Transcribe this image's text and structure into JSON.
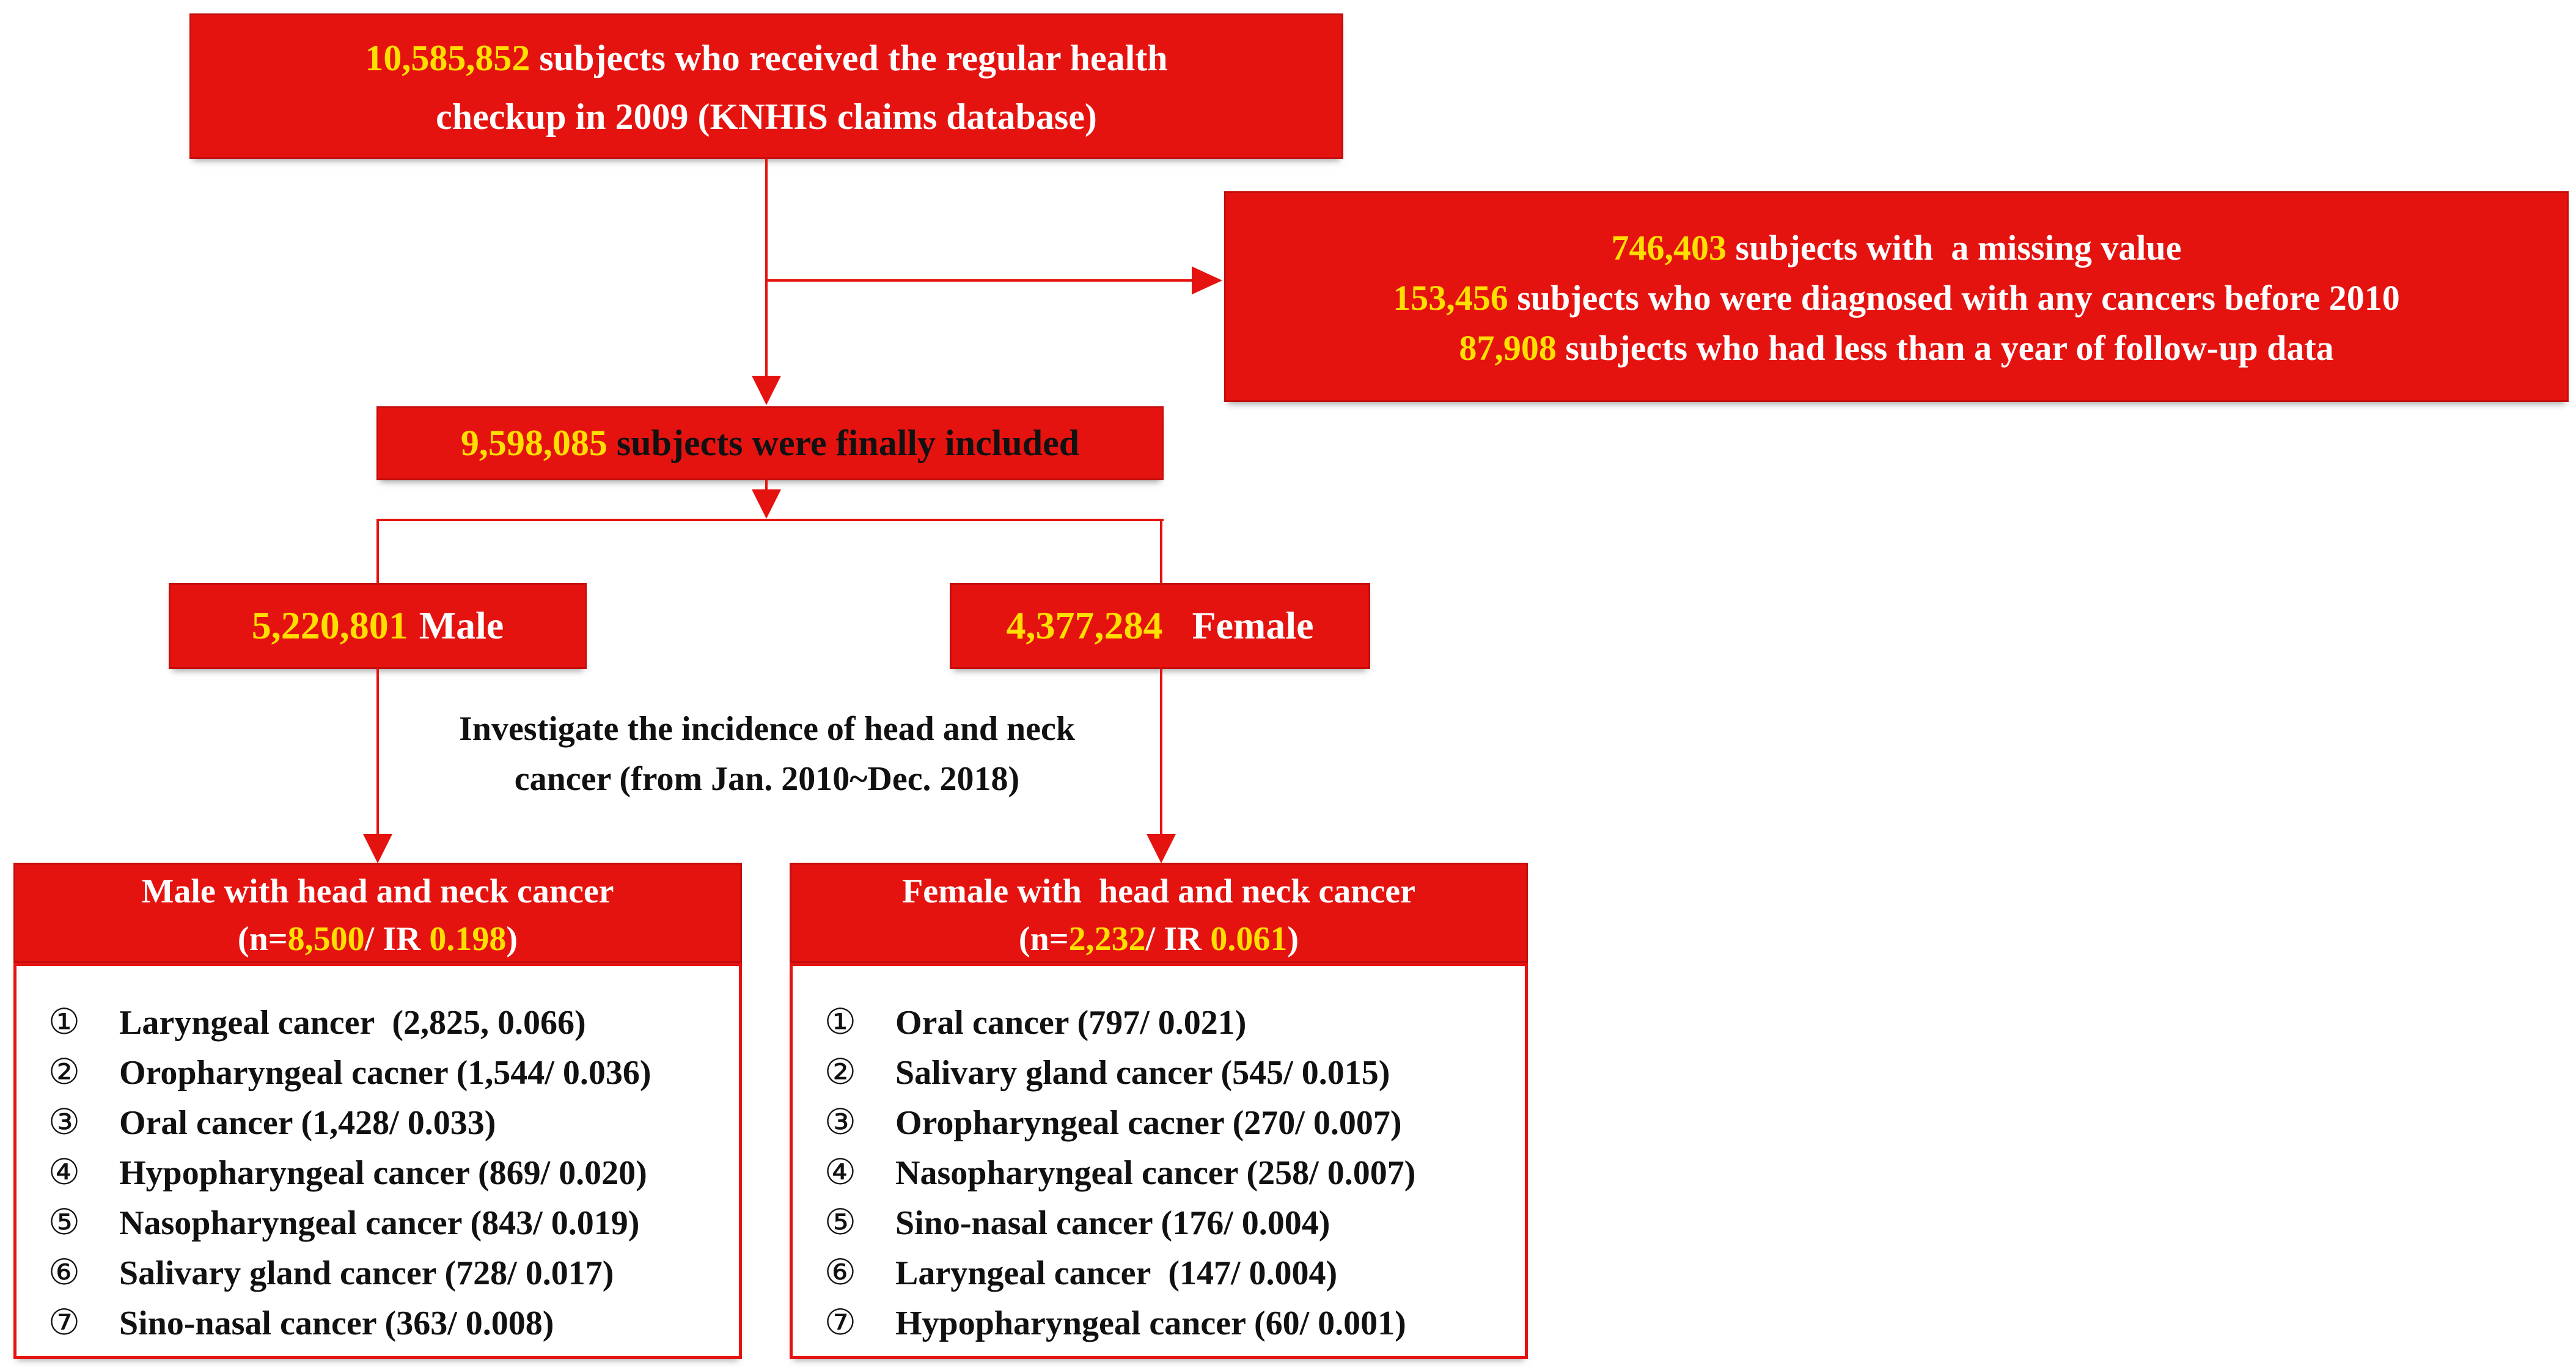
{
  "palette": {
    "red": "#e51310",
    "yellow": "#ffdf00",
    "text_dark": "#111111"
  },
  "top_box": {
    "number": "10,585,852",
    "line1": " subjects who received the regular health",
    "line2": "checkup in 2009 (KNHIS claims database)"
  },
  "exclusion_box": {
    "lines": [
      {
        "number": "746,403",
        "text": " subjects with  a missing value"
      },
      {
        "number": "153,456",
        "text": " subjects who were diagnosed with any cancers before 2010"
      },
      {
        "number": "87,908",
        "text": " subjects who had less than a year of follow-up data"
      }
    ]
  },
  "included_box": {
    "number": "9,598,085",
    "text": " subjects were finally included"
  },
  "male_box": {
    "number": "5,220,801",
    "label": "Male"
  },
  "female_box": {
    "number": "4,377,284",
    "label": "Female"
  },
  "investigate_note": {
    "line1": "Investigate the incidence of head and neck",
    "line2": "cancer (from Jan. 2010~Dec. 2018)"
  },
  "male_result": {
    "title": "Male with head and neck cancer",
    "n_prefix": "(n=",
    "n_value": "8,500",
    "ir_prefix": "/ IR ",
    "ir_value": "0.198",
    "suffix": ")",
    "items": [
      {
        "num": "①",
        "text": "Laryngeal cancer  (2,825, 0.066)"
      },
      {
        "num": "②",
        "text": "Oropharyngeal cacner (1,544/ 0.036)"
      },
      {
        "num": "③",
        "text": "Oral cancer (1,428/ 0.033)"
      },
      {
        "num": "④",
        "text": "Hypopharyngeal cancer (869/ 0.020)"
      },
      {
        "num": "⑤",
        "text": "Nasopharyngeal cancer (843/ 0.019)"
      },
      {
        "num": "⑥",
        "text": "Salivary gland cancer (728/ 0.017)"
      },
      {
        "num": "⑦",
        "text": "Sino-nasal cancer (363/ 0.008)"
      }
    ]
  },
  "female_result": {
    "title": "Female with  head and neck cancer",
    "n_prefix": "(n=",
    "n_value": "2,232",
    "ir_prefix": "/ IR ",
    "ir_value": "0.061",
    "suffix": ")",
    "items": [
      {
        "num": "①",
        "text": "Oral cancer (797/ 0.021)"
      },
      {
        "num": "②",
        "text": "Salivary gland cancer (545/ 0.015)"
      },
      {
        "num": "③",
        "text": "Oropharyngeal cacner (270/ 0.007)"
      },
      {
        "num": "④",
        "text": "Nasopharyngeal cancer (258/ 0.007)"
      },
      {
        "num": "⑤",
        "text": "Sino-nasal cancer (176/ 0.004)"
      },
      {
        "num": "⑥",
        "text": "Laryngeal cancer  (147/ 0.004)"
      },
      {
        "num": "⑦",
        "text": "Hypopharyngeal cancer (60/ 0.001)"
      }
    ]
  }
}
